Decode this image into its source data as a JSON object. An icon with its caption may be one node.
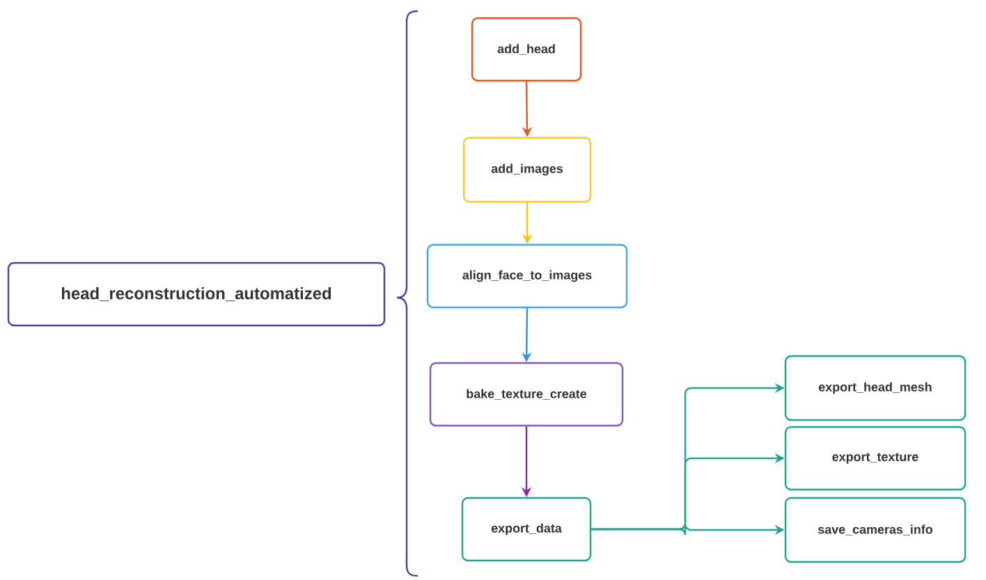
{
  "diagram": {
    "nodes": [
      {
        "text": [
          "head_reconstruction_automatized"
        ]
      },
      {
        "text": [
          "add_head"
        ]
      },
      {
        "text": [
          "add_images"
        ]
      },
      {
        "text": [
          "align_face_to_images"
        ]
      },
      {
        "text": [
          "bake_texture_create"
        ]
      },
      {
        "text": [
          "export_data"
        ]
      },
      {
        "text": [
          "export_head_mesh"
        ]
      },
      {
        "text": [
          "export_texture"
        ]
      },
      {
        "text": [
          "save_cameras_info"
        ]
      }
    ],
    "edges": [
      {
        "from": 1,
        "to": 2,
        "arrow": "to",
        "color": "#f4511e"
      },
      {
        "from": 2,
        "to": 3,
        "arrow": "to",
        "color": "#ffc107"
      },
      {
        "from": 3,
        "to": 4,
        "arrow": "to",
        "color": "#2196f3"
      },
      {
        "from": 4,
        "to": 5,
        "arrow": "to",
        "color": "#8e24aa"
      },
      {
        "from": 5,
        "to": 6,
        "arrow": "to"
      },
      {
        "from": 5,
        "to": 7,
        "arrow": "to"
      },
      {
        "from": 5,
        "to": 8,
        "arrow": "to"
      }
    ]
  }
}
